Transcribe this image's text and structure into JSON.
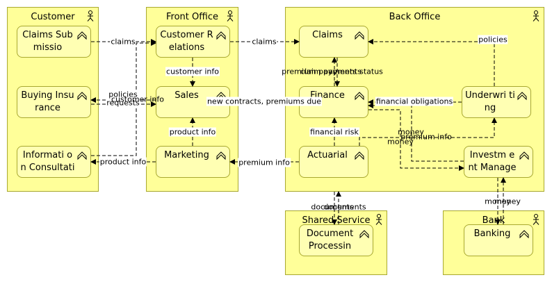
{
  "actors": {
    "customer": {
      "title": "Customer"
    },
    "front_office": {
      "title": "Front Office"
    },
    "back_office": {
      "title": "Back Office"
    },
    "shared_service": {
      "title": "Shared Service"
    },
    "bank": {
      "title": "Bank"
    }
  },
  "functions": {
    "claims_submission": "Claims Submissio",
    "buying_insurance": "Buying Insurance",
    "information_consultation": "Informati on Consultati",
    "customer_relations": "Customer Relations",
    "sales": "Sales",
    "marketing": "Marketing",
    "claims": "Claims",
    "finance": "Finance",
    "underwriting": "Underwri ting",
    "actuarial": "Actuarial",
    "investment": "Investm ent Manageme",
    "document_processing": "Document Processin",
    "banking": "Banking"
  },
  "edge_labels": {
    "claims_1": "claims",
    "claims_2": "claims",
    "customer_info_1": "customer info",
    "policies_1": "policies",
    "requests": "requests",
    "customer_info_2": "customer info",
    "product_info_1": "product info",
    "product_info_2": "product info",
    "premium_info_1": "premium info",
    "new_contracts": "new contracts, premiums due",
    "policies_2": "policies",
    "financial_obligations": "financial obligations",
    "premium_payment": "premium payments",
    "claim_payments": "claim payments",
    "status": "status",
    "financial_risk": "financial risk",
    "money_1": "money",
    "money_2": "money",
    "premium_info_2": "premium info",
    "documents_1": "documents",
    "documents_2": "documents",
    "money_3": "money",
    "money_4": "money"
  },
  "colors": {
    "actor_fill": "#ffff99",
    "function_fill": "#ffffb3",
    "border": "#a8a830",
    "edge": "#000000"
  }
}
